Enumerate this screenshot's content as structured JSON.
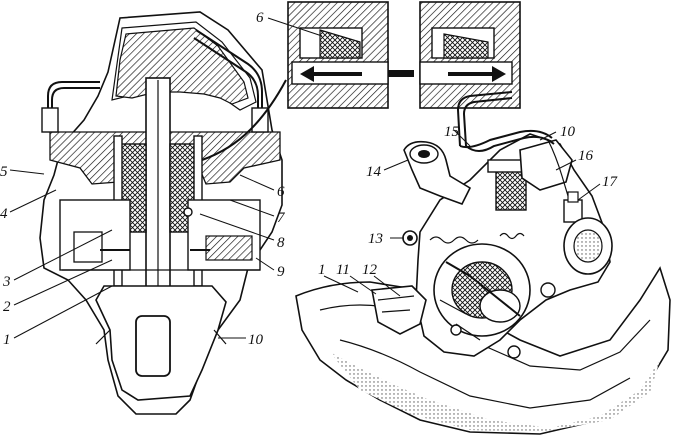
{
  "labels": {
    "l1": "1",
    "l2": "2",
    "l3": "3",
    "l4": "4",
    "l5": "5",
    "l6": "6",
    "l7": "7",
    "l8": "8",
    "l9": "9",
    "l10": "10",
    "r6": "6",
    "r1": "1",
    "r10": "10",
    "r11": "11",
    "r12": "12",
    "r13": "13",
    "r14": "14",
    "r15": "15",
    "r16": "16",
    "r17": "17"
  },
  "colors": {
    "ink": "#111111",
    "paper": "#ffffff"
  }
}
